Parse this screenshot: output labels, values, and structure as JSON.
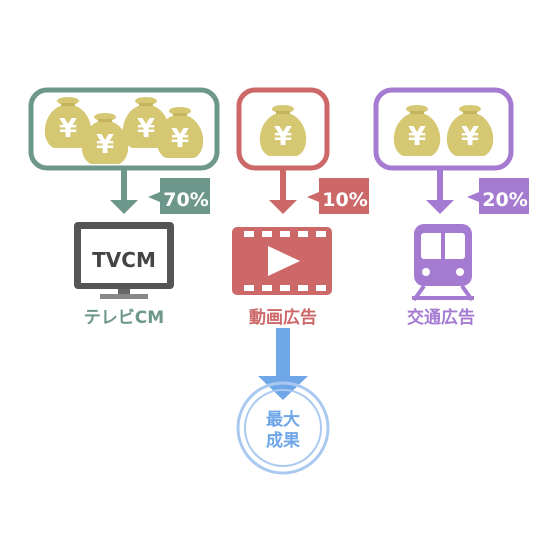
{
  "channels": [
    {
      "id": "tv",
      "color": "#6d978b",
      "bag_count": 4,
      "percent": "70%",
      "screen_text": "TVCM",
      "label": "テレビCM",
      "icon": "television-icon"
    },
    {
      "id": "video",
      "color": "#cd6868",
      "bag_count": 1,
      "percent": "10%",
      "label": "動画広告",
      "icon": "video-play-icon"
    },
    {
      "id": "transit",
      "color": "#a57bd1",
      "bag_count": 2,
      "percent": "20%",
      "label": "交通広告",
      "icon": "train-icon"
    }
  ],
  "money_bag": {
    "symbol": "¥",
    "fill": "#d6c873",
    "symbol_color": "#ffffff",
    "icon": "money-bag-icon"
  },
  "result": {
    "line1": "最大",
    "line2": "成果",
    "color": "#6fa6e8",
    "icon": "target-circle-icon"
  }
}
